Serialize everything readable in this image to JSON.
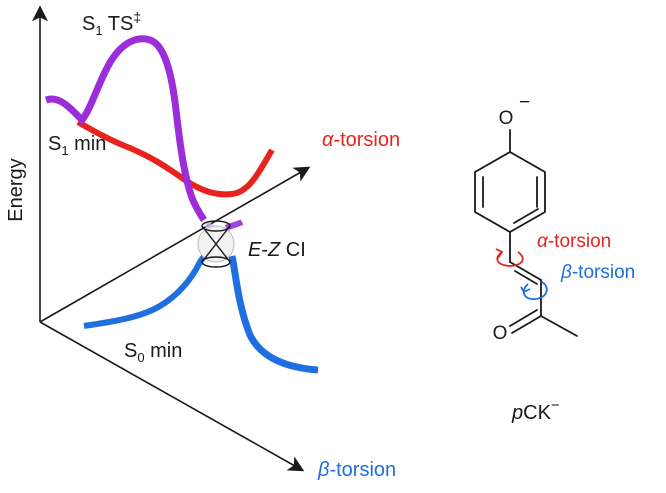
{
  "figure": {
    "axes": {
      "energy": "Energy",
      "alpha_prefix": "α",
      "alpha_suffix": "-torsion",
      "beta_prefix": "β",
      "beta_suffix": "-torsion"
    },
    "labels": {
      "s1_ts": {
        "base": "S",
        "sub": "1",
        "rest": " TS",
        "sup": "‡"
      },
      "s1_min": {
        "base": "S",
        "sub": "1",
        "rest": " min"
      },
      "s0_min": {
        "base": "S",
        "sub": "0",
        "rest": " min"
      },
      "ci": {
        "e": "E",
        "dash": "-",
        "z": "Z",
        "rest": " CI"
      }
    },
    "molecule": {
      "oxygen_top": "O",
      "oxygen_charge": "−",
      "carbonyl_o": "O",
      "alpha_prefix": "α",
      "alpha_suffix": "-torsion",
      "beta_prefix": "β",
      "beta_suffix": "-torsion",
      "name_prefix": "p",
      "name_main": "CK",
      "name_charge": "−"
    },
    "colors": {
      "s1_red": "#e8231e",
      "ts_purple": "#9b2ddb",
      "s0_blue": "#1f6fe0",
      "alpha_red": "#e8231e",
      "beta_blue": "#1f6fe0",
      "axis": "#1a1a1a"
    }
  }
}
